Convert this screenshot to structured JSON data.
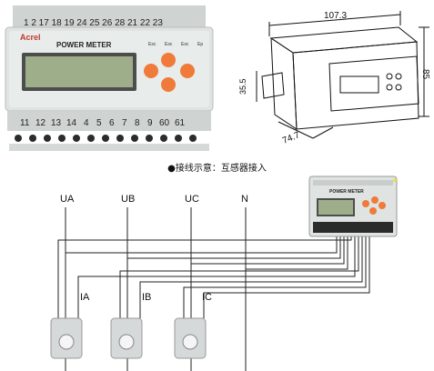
{
  "meter_photo": {
    "top_terminals": "1 2 17 18 19 24 25 26 28 21 22 23",
    "brand": "Acrel",
    "panel_title": "POWER METER",
    "key_labels": [
      "Esc",
      "Esc",
      "Esc",
      "Ep"
    ],
    "bottom_terminals": [
      "11",
      "12",
      "13",
      "14",
      "4",
      "5",
      "6",
      "7",
      "8",
      "9",
      "60",
      "61"
    ]
  },
  "dimension_drawing": {
    "width_mm": "107.3",
    "height_mm": "85",
    "rail_mm": "35.5",
    "depth_mm": "74.7"
  },
  "caption": "●接线示意：互感器接入",
  "wiring": {
    "lines": [
      "UA",
      "UB",
      "UC",
      "N"
    ],
    "currents": [
      "IA",
      "IB",
      "IC"
    ],
    "mini_meter_title": "POWER METER"
  },
  "colors": {
    "panel_bg": "#dfe3e2",
    "lcd": "#9fae8a",
    "key_orange": "#f07a3a",
    "terminal": "#2b2b2b"
  }
}
